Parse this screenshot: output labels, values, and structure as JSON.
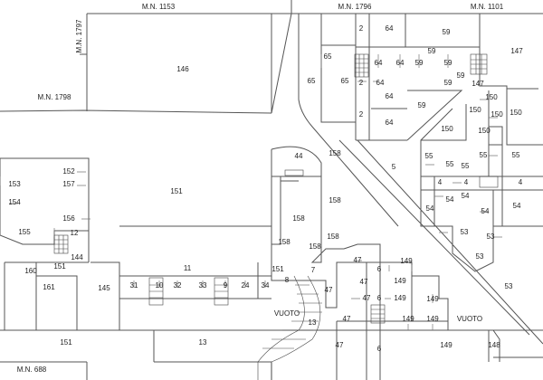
{
  "title": "Cadastral floor plan",
  "labels": {
    "neighbours": [
      "M.N. 1153",
      "M.N. 1797",
      "M.N. 1798",
      "M.N. 1796",
      "M.N. 1101",
      "M.N. 688"
    ],
    "parcels": [
      "146",
      "2",
      "64",
      "59",
      "147",
      "65",
      "64",
      "64",
      "59",
      "59",
      "59",
      "65",
      "65",
      "2",
      "64",
      "59",
      "59",
      "147",
      "64",
      "59",
      "150",
      "150",
      "150",
      "150",
      "2",
      "64",
      "150",
      "150",
      "44",
      "158",
      "5",
      "55",
      "55",
      "55",
      "55",
      "55",
      "4",
      "4",
      "4",
      "152",
      "153",
      "157",
      "151",
      "154",
      "156",
      "155",
      "12",
      "144",
      "160",
      "151",
      "161",
      "145",
      "11",
      "31",
      "10",
      "32",
      "33",
      "9",
      "24",
      "34",
      "151",
      "13",
      "158",
      "158",
      "158",
      "158",
      "158",
      "151",
      "7",
      "8",
      "47",
      "6",
      "149",
      "47",
      "149",
      "47",
      "6",
      "149",
      "149",
      "47",
      "VUOTO",
      "13",
      "47",
      "149",
      "149",
      "VUOTO",
      "47",
      "6",
      "149",
      "148",
      "54",
      "54",
      "54",
      "54",
      "54",
      "53",
      "53",
      "53",
      "53"
    ]
  }
}
